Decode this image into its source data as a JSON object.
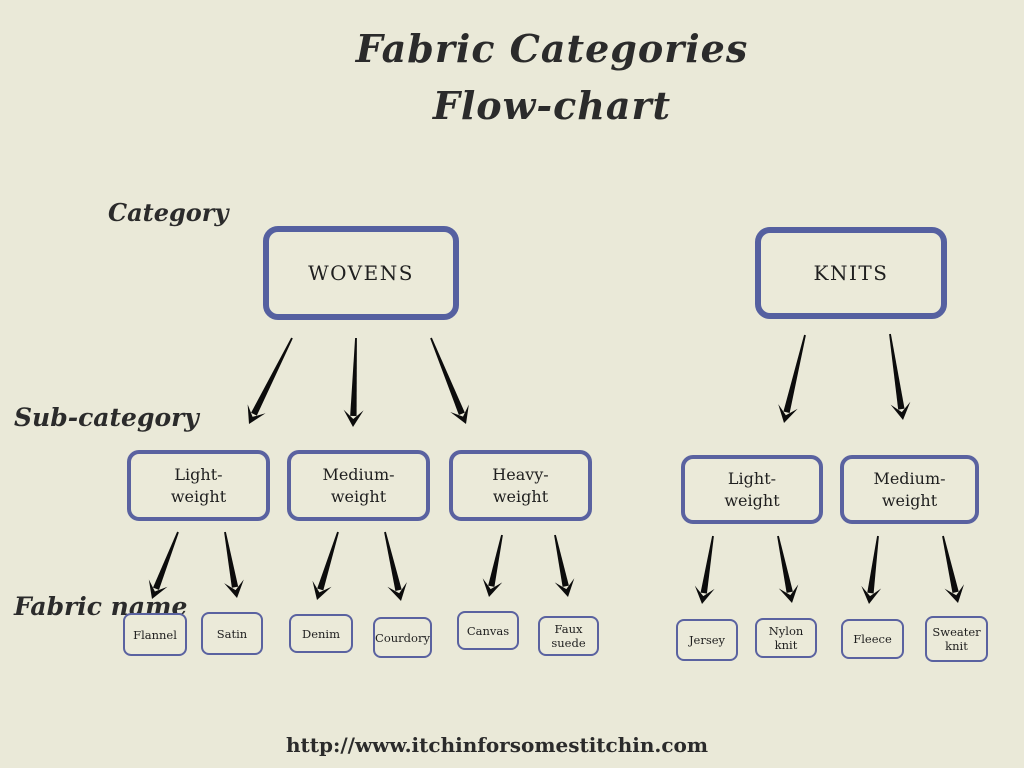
{
  "title": {
    "line1": "Fabric Categories",
    "line2": "Flow-chart"
  },
  "row_labels": {
    "category": "Category",
    "subcategory": "Sub-category",
    "fabric_name": "Fabric name"
  },
  "colors": {
    "background": "#eae9d8",
    "box_border": "#5a62a0",
    "box_border_large": "#5560a0",
    "text": "#1f1f1f",
    "arrow": "#0c0c0c"
  },
  "footer": {
    "url": "http://www.itchinforsomestitchin.com"
  },
  "diagram": {
    "categories": [
      {
        "label": "WOVENS",
        "subcategories": [
          {
            "label_line1": "Light-",
            "label_line2": "weight",
            "fabrics": [
              {
                "label": "Flannel"
              },
              {
                "label": "Satin"
              }
            ]
          },
          {
            "label_line1": "Medium-",
            "label_line2": "weight",
            "fabrics": [
              {
                "label": "Denim"
              },
              {
                "label": "Courdory"
              }
            ]
          },
          {
            "label_line1": "Heavy-",
            "label_line2": "weight",
            "fabrics": [
              {
                "label": "Canvas"
              },
              {
                "label": "Faux suede"
              }
            ]
          }
        ]
      },
      {
        "label": "KNITS",
        "subcategories": [
          {
            "label_line1": "Light-",
            "label_line2": "weight",
            "fabrics": [
              {
                "label": "Jersey"
              },
              {
                "label": "Nylon knit"
              }
            ]
          },
          {
            "label_line1": "Medium-",
            "label_line2": "weight",
            "fabrics": [
              {
                "label": "Fleece"
              },
              {
                "label": "Sweater knit"
              }
            ]
          }
        ]
      }
    ]
  }
}
